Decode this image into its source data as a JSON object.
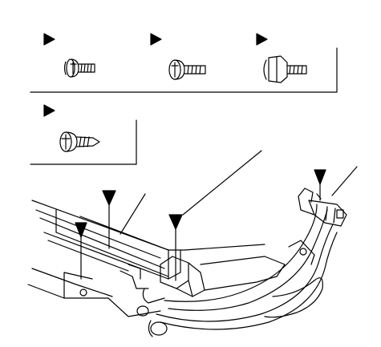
{
  "figure": {
    "type": "exploded-parts-illustration",
    "ink_color": "#000000",
    "background_color": "#ffffff"
  },
  "fastener_legend": {
    "top_row": [
      {
        "marker": "triangle-marker",
        "part": "pan-head-machine-screw-with-washer"
      },
      {
        "marker": "triangle-marker",
        "part": "pan-head-machine-screw"
      },
      {
        "marker": "triangle-marker",
        "part": "hex-flange-bolt"
      }
    ],
    "second_row": [
      {
        "marker": "triangle-marker",
        "part": "pan-head-tapping-screw"
      }
    ]
  },
  "assembly": {
    "description": "bracket-and-wire-harness-assembly",
    "fastener_locations": [
      {
        "marker": "triangle-marker",
        "position": "left-mounting-hole"
      },
      {
        "marker": "triangle-marker",
        "position": "upper-rail"
      },
      {
        "marker": "triangle-marker",
        "position": "center-clamp"
      },
      {
        "marker": "triangle-marker",
        "position": "right-connector-bracket"
      }
    ],
    "leader_lines": 3
  }
}
